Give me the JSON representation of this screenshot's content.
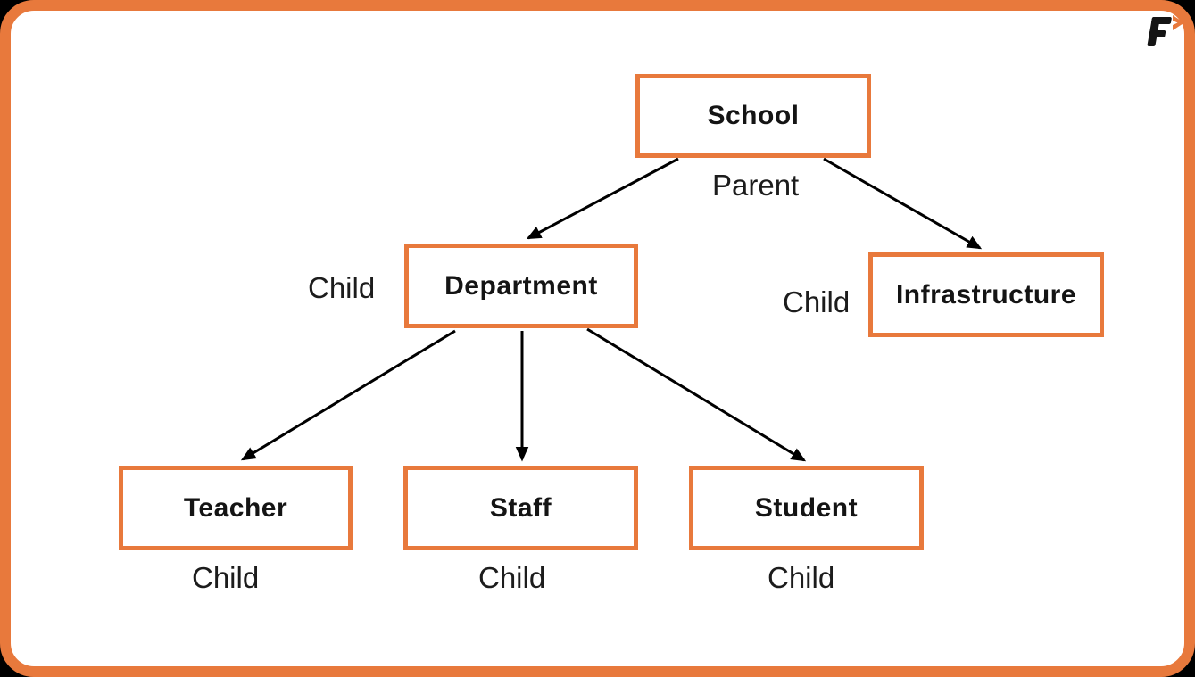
{
  "canvas": {
    "outer_background": "#000000",
    "frame_border_color": "#E8793C",
    "frame_background": "#FFFFFF",
    "node_border_color": "#E8793C",
    "node_text_color": "#141414",
    "caption_text_color": "#1C1C1C",
    "arrow_color": "#000000"
  },
  "logo": {
    "letter": "F"
  },
  "diagram": {
    "nodes": [
      {
        "id": "school",
        "label": "School",
        "caption": "Parent"
      },
      {
        "id": "department",
        "label": "Department",
        "caption": "Child"
      },
      {
        "id": "infrastructure",
        "label": "Infrastructure",
        "caption": "Child"
      },
      {
        "id": "teacher",
        "label": "Teacher",
        "caption": "Child"
      },
      {
        "id": "staff",
        "label": "Staff",
        "caption": "Child"
      },
      {
        "id": "student",
        "label": "Student",
        "caption": "Child"
      }
    ],
    "edges": [
      {
        "from": "School",
        "to": "Department"
      },
      {
        "from": "School",
        "to": "Infrastructure"
      },
      {
        "from": "Department",
        "to": "Teacher"
      },
      {
        "from": "Department",
        "to": "Staff"
      },
      {
        "from": "Department",
        "to": "Student"
      }
    ]
  }
}
